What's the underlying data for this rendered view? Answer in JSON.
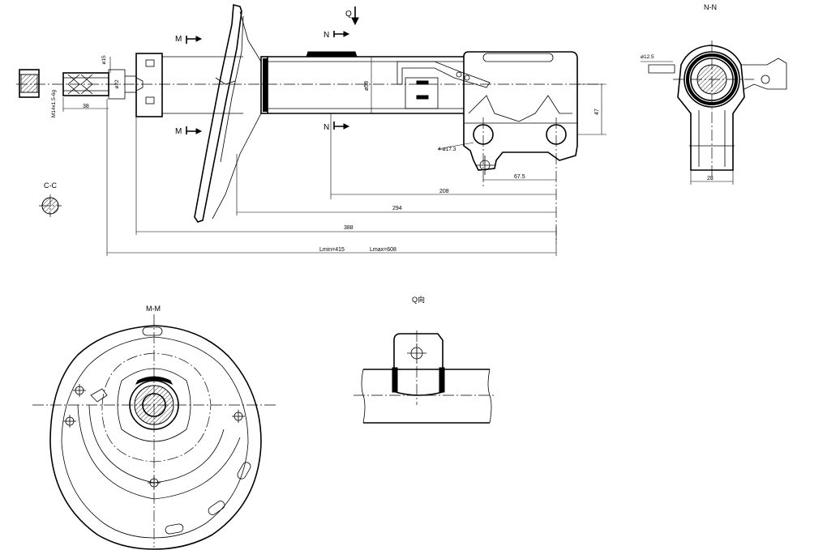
{
  "labels": {
    "view_q": "Q",
    "section_n_top": "N",
    "section_n_bottom": "N",
    "section_m_top": "M",
    "section_m_bottom": "M",
    "title_nn": "N-N",
    "title_cc": "C-C",
    "title_mm": "M-M",
    "title_q": "Q向"
  },
  "dimensions": {
    "thread": "M14x1.5-6g",
    "dia_15": "ø15",
    "dia_22": "ø22",
    "len_38": "38",
    "dia_tube": "ø58",
    "dim_47": "47",
    "holes": "4-ø17.3",
    "dim_67_5": "67.5",
    "dim_208": "208",
    "dim_294": "294",
    "dim_388": "388",
    "lmin": "Lmin=415",
    "lmax": "Lmax=608",
    "dia_12_5": "ø12.5",
    "dim_28": "28"
  }
}
